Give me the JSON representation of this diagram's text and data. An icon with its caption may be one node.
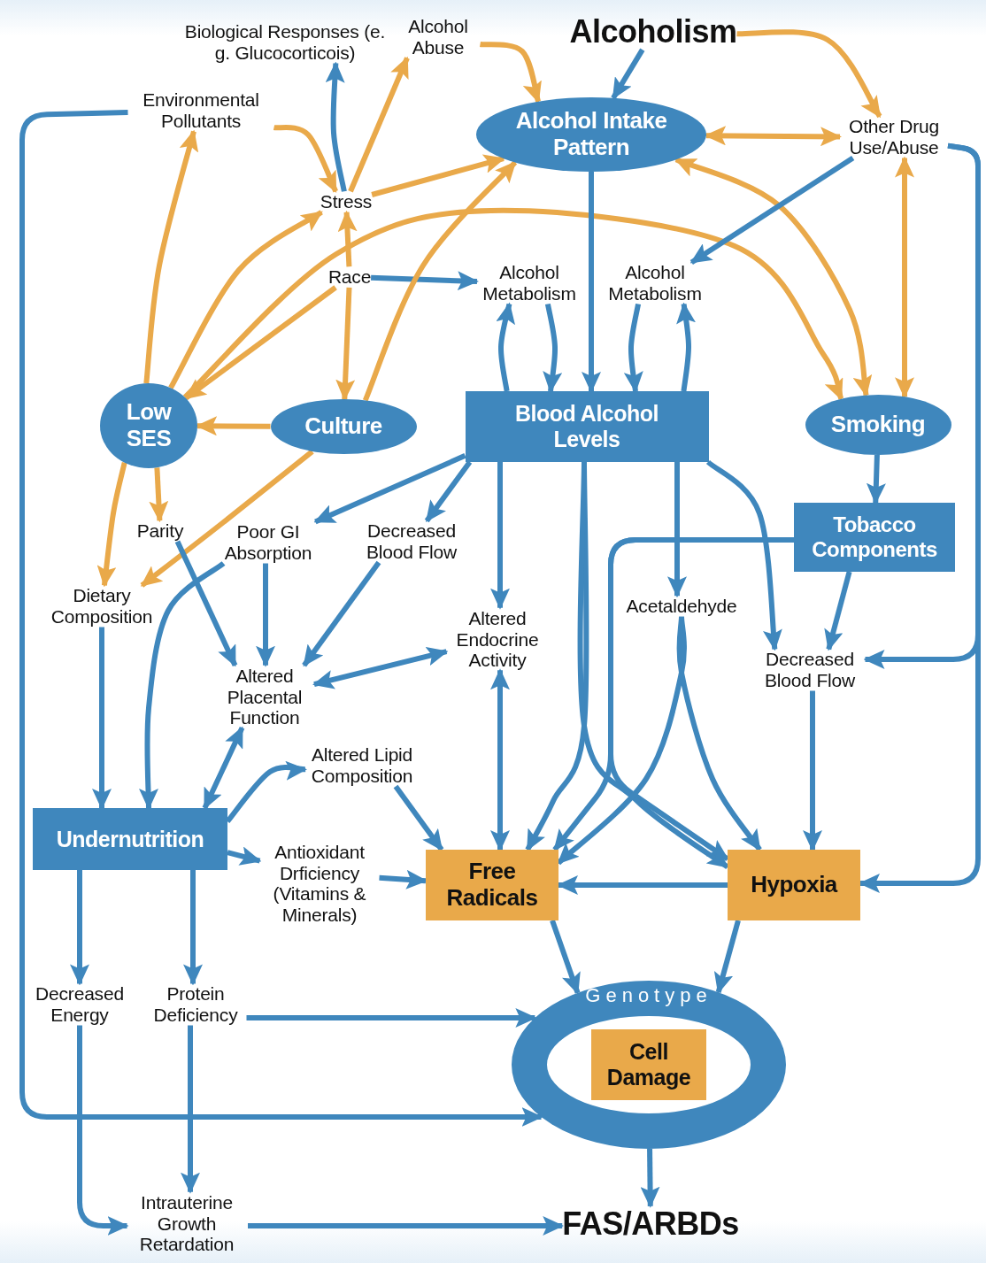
{
  "diagram": {
    "nodes": [
      {
        "text": [
          "Biological Responses (e. g. Glucocorticois)"
        ]
      },
      {
        "text": [
          "Alcohol Abuse"
        ]
      },
      {
        "text": [
          "Alcoholism"
        ]
      },
      {
        "text": [
          "Environmental Pollutants"
        ]
      },
      {
        "text": [
          "Alcohol Intake Pattern"
        ]
      },
      {
        "text": [
          "Other Drug Use/Abuse"
        ]
      },
      {
        "text": [
          "Stress"
        ]
      },
      {
        "text": [
          "Race"
        ]
      },
      {
        "text": [
          "Alcohol Metabolism"
        ]
      },
      {
        "text": [
          "Alcohol Metabolism"
        ]
      },
      {
        "text": [
          "Low SES"
        ]
      },
      {
        "text": [
          "Culture"
        ]
      },
      {
        "text": [
          "Blood Alcohol Levels"
        ]
      },
      {
        "text": [
          "Smoking"
        ]
      },
      {
        "text": [
          "Parity"
        ]
      },
      {
        "text": [
          "Poor GI Absorption"
        ]
      },
      {
        "text": [
          "Decreased Blood Flow"
        ]
      },
      {
        "text": [
          "Tobacco Components"
        ]
      },
      {
        "text": [
          "Dietary Composition"
        ]
      },
      {
        "text": [
          "Altered Endocrine Activity"
        ]
      },
      {
        "text": [
          "Acetaldehyde"
        ]
      },
      {
        "text": [
          "Decreased Blood Flow"
        ]
      },
      {
        "text": [
          "Altered Placental Function"
        ]
      },
      {
        "text": [
          "Altered Lipid Composition"
        ]
      },
      {
        "text": [
          "Undernutrition"
        ]
      },
      {
        "text": [
          "Antioxidant Drficiency (Vitamins & Minerals)"
        ]
      },
      {
        "text": [
          "Free Radicals"
        ]
      },
      {
        "text": [
          "Hypoxia"
        ]
      },
      {
        "text": [
          "Decreased Energy"
        ]
      },
      {
        "text": [
          "Protein Deficiency"
        ]
      },
      {
        "text": [
          "Genotype"
        ]
      },
      {
        "text": [
          "Cell Damage"
        ],
        "in": 30
      },
      {
        "text": [
          "Intrauterine Growth Retardation"
        ]
      },
      {
        "text": [
          "FAS/ARBDs"
        ]
      }
    ],
    "edges": [
      {
        "from": 1,
        "to": 4,
        "arrow": "to",
        "color": "#e9a94a"
      },
      {
        "from": 2,
        "to": 4,
        "arrow": "to"
      },
      {
        "from": 2,
        "to": 5,
        "arrow": "to",
        "color": "#e9a94a"
      },
      {
        "from": 3,
        "to": 6,
        "arrow": "to",
        "color": "#e9a94a"
      },
      {
        "from": 6,
        "to": 0,
        "arrow": "to"
      },
      {
        "from": 6,
        "to": 1,
        "arrow": "to",
        "color": "#e9a94a"
      },
      {
        "from": 6,
        "to": 4,
        "arrow": "to",
        "color": "#e9a94a"
      },
      {
        "from": 4,
        "to": 5,
        "arrow": "both",
        "color": "#e9a94a"
      },
      {
        "from": 10,
        "to": 3,
        "arrow": "to",
        "color": "#e9a94a"
      },
      {
        "from": 10,
        "to": 6,
        "arrow": "to",
        "color": "#e9a94a"
      },
      {
        "from": 10,
        "to": 13,
        "arrow": "to",
        "color": "#e9a94a"
      },
      {
        "from": 7,
        "to": 10,
        "arrow": "to",
        "color": "#e9a94a"
      },
      {
        "from": 7,
        "to": 6,
        "arrow": "to",
        "color": "#e9a94a"
      },
      {
        "from": 7,
        "to": 11,
        "arrow": "to",
        "color": "#e9a94a"
      },
      {
        "from": 7,
        "to": 8,
        "arrow": "to"
      },
      {
        "from": 11,
        "to": 4,
        "arrow": "to",
        "color": "#e9a94a"
      },
      {
        "from": 11,
        "to": 10,
        "arrow": "to",
        "color": "#e9a94a"
      },
      {
        "from": 11,
        "to": 18,
        "arrow": "to",
        "color": "#e9a94a"
      },
      {
        "from": 10,
        "to": 14,
        "arrow": "to",
        "color": "#e9a94a"
      },
      {
        "from": 10,
        "to": 18,
        "arrow": "to",
        "color": "#e9a94a"
      },
      {
        "from": 4,
        "to": 13,
        "arrow": "both",
        "color": "#e9a94a"
      },
      {
        "from": 5,
        "to": 13,
        "arrow": "both",
        "color": "#e9a94a"
      },
      {
        "from": 5,
        "to": 9,
        "arrow": "to"
      },
      {
        "from": 5,
        "to": 21,
        "arrow": "to"
      },
      {
        "from": 5,
        "to": 27,
        "arrow": "to"
      },
      {
        "from": 4,
        "to": 12,
        "arrow": "to"
      },
      {
        "from": 12,
        "to": 8,
        "arrow": "to"
      },
      {
        "from": 8,
        "to": 12,
        "arrow": "to"
      },
      {
        "from": 9,
        "to": 12,
        "arrow": "to"
      },
      {
        "from": 12,
        "to": 9,
        "arrow": "to"
      },
      {
        "from": 13,
        "to": 17,
        "arrow": "to"
      },
      {
        "from": 17,
        "to": 21,
        "arrow": "to"
      },
      {
        "from": 17,
        "to": 26,
        "arrow": "to"
      },
      {
        "from": 17,
        "to": 27,
        "arrow": "to"
      },
      {
        "from": 12,
        "to": 15,
        "arrow": "to"
      },
      {
        "from": 12,
        "to": 16,
        "arrow": "to"
      },
      {
        "from": 12,
        "to": 19,
        "arrow": "to"
      },
      {
        "from": 12,
        "to": 20,
        "arrow": "to"
      },
      {
        "from": 12,
        "to": 21,
        "arrow": "to"
      },
      {
        "from": 12,
        "to": 26,
        "arrow": "to"
      },
      {
        "from": 12,
        "to": 27,
        "arrow": "to"
      },
      {
        "from": 19,
        "to": 26,
        "arrow": "both"
      },
      {
        "from": 20,
        "to": 26,
        "arrow": "to"
      },
      {
        "from": 20,
        "to": 27,
        "arrow": "to"
      },
      {
        "from": 21,
        "to": 27,
        "arrow": "to"
      },
      {
        "from": 27,
        "to": 26,
        "arrow": "to"
      },
      {
        "from": 14,
        "to": 22,
        "arrow": "to"
      },
      {
        "from": 15,
        "to": 22,
        "arrow": "to"
      },
      {
        "from": 15,
        "to": 24,
        "arrow": "to"
      },
      {
        "from": 16,
        "to": 22,
        "arrow": "to"
      },
      {
        "from": 22,
        "to": 19,
        "arrow": "both"
      },
      {
        "from": 22,
        "to": 24,
        "arrow": "both"
      },
      {
        "from": 24,
        "to": 23,
        "arrow": "to"
      },
      {
        "from": 18,
        "to": 24,
        "arrow": "to"
      },
      {
        "from": 23,
        "to": 26,
        "arrow": "to"
      },
      {
        "from": 24,
        "to": 25,
        "arrow": "to"
      },
      {
        "from": 25,
        "to": 26,
        "arrow": "to"
      },
      {
        "from": 24,
        "to": 28,
        "arrow": "to"
      },
      {
        "from": 24,
        "to": 29,
        "arrow": "to"
      },
      {
        "from": 26,
        "to": 30,
        "arrow": "to"
      },
      {
        "from": 27,
        "to": 30,
        "arrow": "to"
      },
      {
        "from": 29,
        "to": 30,
        "arrow": "to"
      },
      {
        "from": 29,
        "to": 32,
        "arrow": "to"
      },
      {
        "from": 28,
        "to": 32,
        "arrow": "to"
      },
      {
        "from": 3,
        "to": 30,
        "arrow": "to"
      },
      {
        "from": 30,
        "to": 33,
        "arrow": "to"
      },
      {
        "from": 32,
        "to": 33,
        "arrow": "to"
      }
    ]
  }
}
